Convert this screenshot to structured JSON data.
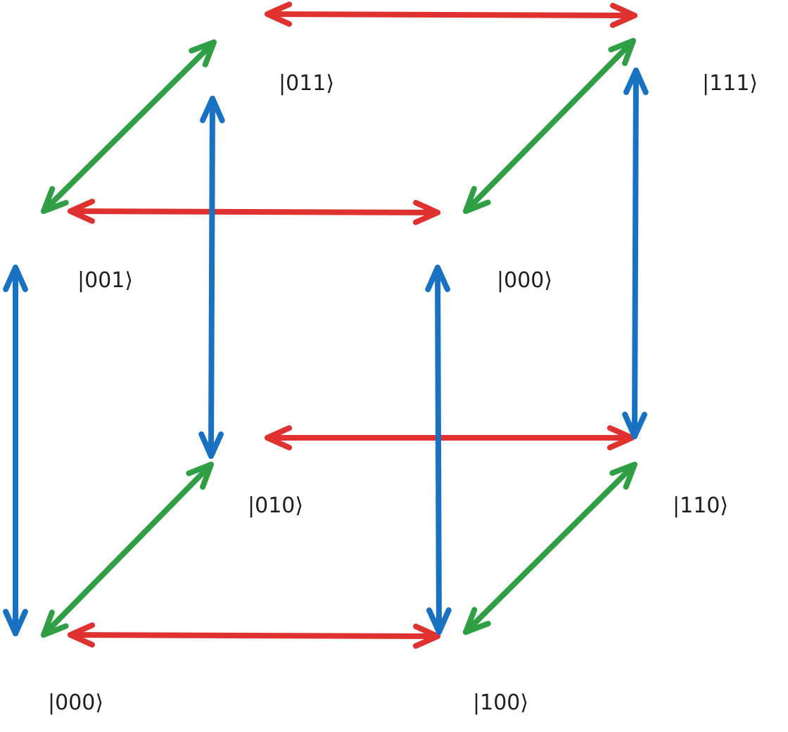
{
  "colors": {
    "edge": "#1e1e1e",
    "x_flip": "#e03131",
    "y_flip": "#2f9e44",
    "z_flip": "#1971c2"
  },
  "labels": [
    {
      "id": "back-top-left",
      "text": "|011⟩"
    },
    {
      "id": "back-top-right",
      "text": "|111⟩"
    },
    {
      "id": "front-top-left",
      "text": "|001⟩"
    },
    {
      "id": "front-top-right",
      "text": "|000⟩"
    },
    {
      "id": "back-bottom-left",
      "text": "|010⟩"
    },
    {
      "id": "back-bottom-right",
      "text": "|110⟩"
    },
    {
      "id": "front-bottom-left",
      "text": "|000⟩"
    },
    {
      "id": "front-bottom-right",
      "text": "|100⟩"
    }
  ],
  "arrows": [
    {
      "id": "top-back",
      "axis": "x_flip"
    },
    {
      "id": "top-front",
      "axis": "x_flip"
    },
    {
      "id": "bottom-back",
      "axis": "x_flip"
    },
    {
      "id": "bottom-front",
      "axis": "x_flip"
    },
    {
      "id": "top-left-diagonal",
      "axis": "y_flip"
    },
    {
      "id": "top-right-diagonal",
      "axis": "y_flip"
    },
    {
      "id": "bottom-left-diagonal",
      "axis": "y_flip"
    },
    {
      "id": "bottom-right-diagonal",
      "axis": "y_flip"
    },
    {
      "id": "left-outer-vertical",
      "axis": "z_flip"
    },
    {
      "id": "left-inner-vertical",
      "axis": "z_flip"
    },
    {
      "id": "front-right-vertical",
      "axis": "z_flip"
    },
    {
      "id": "back-right-vertical",
      "axis": "z_flip"
    }
  ]
}
